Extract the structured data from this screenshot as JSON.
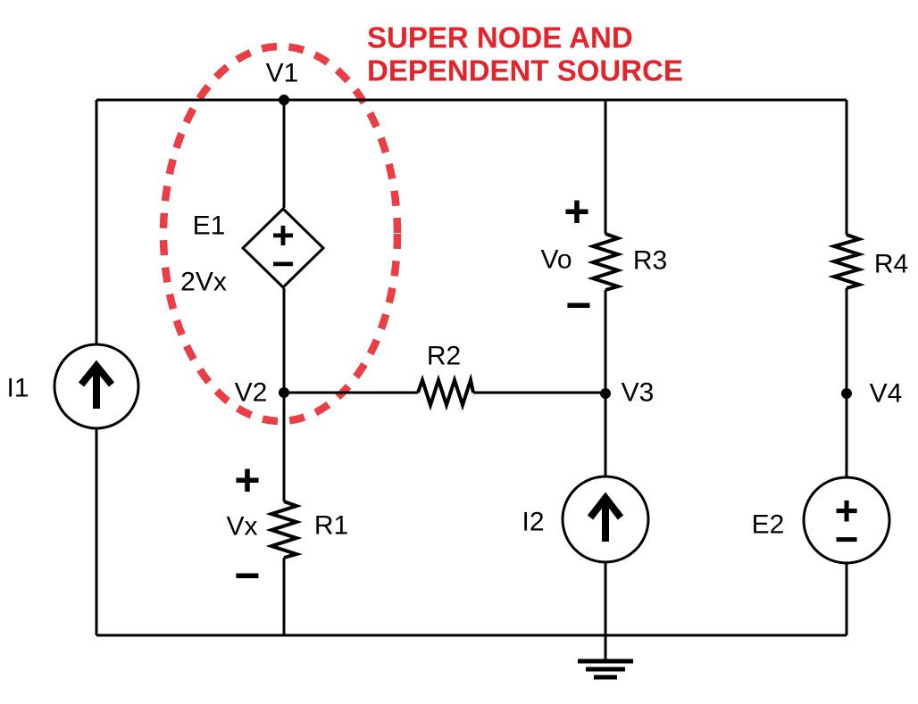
{
  "diagram": {
    "type": "circuit-schematic",
    "annotation": {
      "title_line1": "SUPER NODE AND",
      "title_line2": "DEPENDENT SOURCE",
      "title_color": "#e6222b",
      "supernode_outline_color": "#ea3d44",
      "supernode_encloses": [
        "V1",
        "E1",
        "V2"
      ]
    },
    "wire_color": "#000000",
    "node_labels": {
      "v1": "V1",
      "v2": "V2",
      "v3": "V3",
      "v4": "V4"
    },
    "source_labels": {
      "i1": "I1",
      "i2": "I2",
      "e1": "E1",
      "e1_value": "2Vx",
      "e2": "E2"
    },
    "source_kinds": {
      "i1": "independent current source, arrow up",
      "i2": "independent current source, arrow up",
      "e1": "dependent voltage source (diamond), + top / − bottom",
      "e2": "independent voltage source (circle), + top / − bottom"
    },
    "resistor_labels": {
      "r1": "R1",
      "r2": "R2",
      "r3": "R3",
      "r4": "R4"
    },
    "voltage_labels": {
      "vx": "Vx",
      "vo": "Vo"
    },
    "polarity": {
      "plus": "+",
      "minus": "−"
    }
  }
}
